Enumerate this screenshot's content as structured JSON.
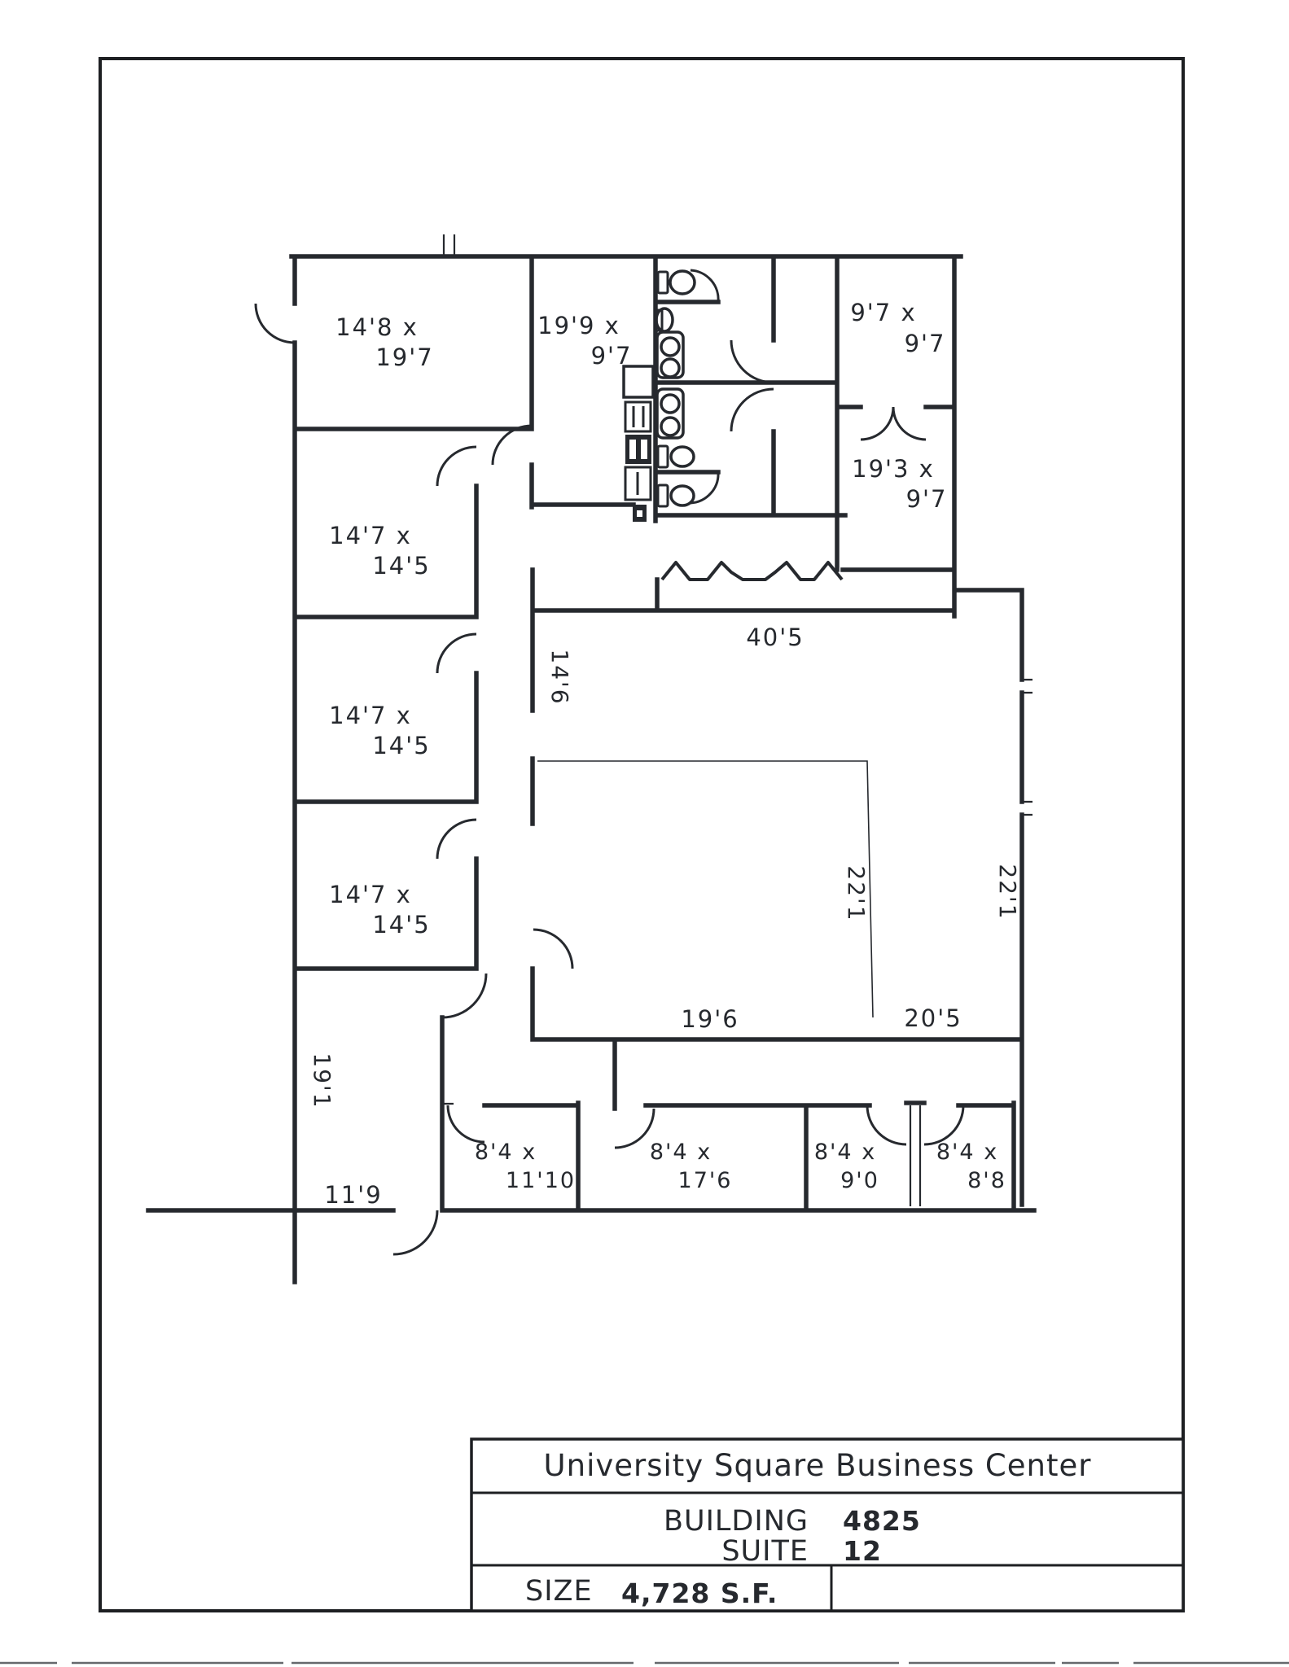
{
  "palette": {
    "ink": "#26292e",
    "paper": "#ffffff"
  },
  "floor_plan": {
    "rooms": [
      {
        "name": "office-top-left",
        "dim1": "14'8 x",
        "dim2": "19'7"
      },
      {
        "name": "office-199",
        "dim1": "19'9 x",
        "dim2": "9'7"
      },
      {
        "name": "office-97",
        "dim1": "9'7 x",
        "dim2": "9'7"
      },
      {
        "name": "office-193",
        "dim1": "19'3 x",
        "dim2": "9'7"
      },
      {
        "name": "office-147-a",
        "dim1": "14'7 x",
        "dim2": "14'5"
      },
      {
        "name": "office-147-b",
        "dim1": "14'7 x",
        "dim2": "14'5"
      },
      {
        "name": "office-147-c",
        "dim1": "14'7 x",
        "dim2": "14'5"
      },
      {
        "name": "office-84-a",
        "dim1": "8'4 x",
        "dim2": "11'10"
      },
      {
        "name": "office-84-b",
        "dim1": "8'4 x",
        "dim2": "17'6"
      },
      {
        "name": "office-84-c",
        "dim1": "8'4 x",
        "dim2": "9'0"
      },
      {
        "name": "office-84-d",
        "dim1": "8'4 x",
        "dim2": "8'8"
      }
    ],
    "dims": {
      "corridor_length": "40'5",
      "wall_length": "14'6",
      "open_area_left": "22'1",
      "open_area_right": "22'1",
      "open_area_bottom_left": "19'6",
      "open_area_bottom_right": "20'5",
      "entry_depth": "19'1",
      "entry_width": "11'9"
    }
  },
  "title_block": {
    "title": "University Square Business Center",
    "building_label": "BUILDING",
    "building_value": "4825",
    "suite_label": "SUITE",
    "suite_value": "12",
    "size_label": "SIZE",
    "size_value": "4,728 S.F."
  }
}
